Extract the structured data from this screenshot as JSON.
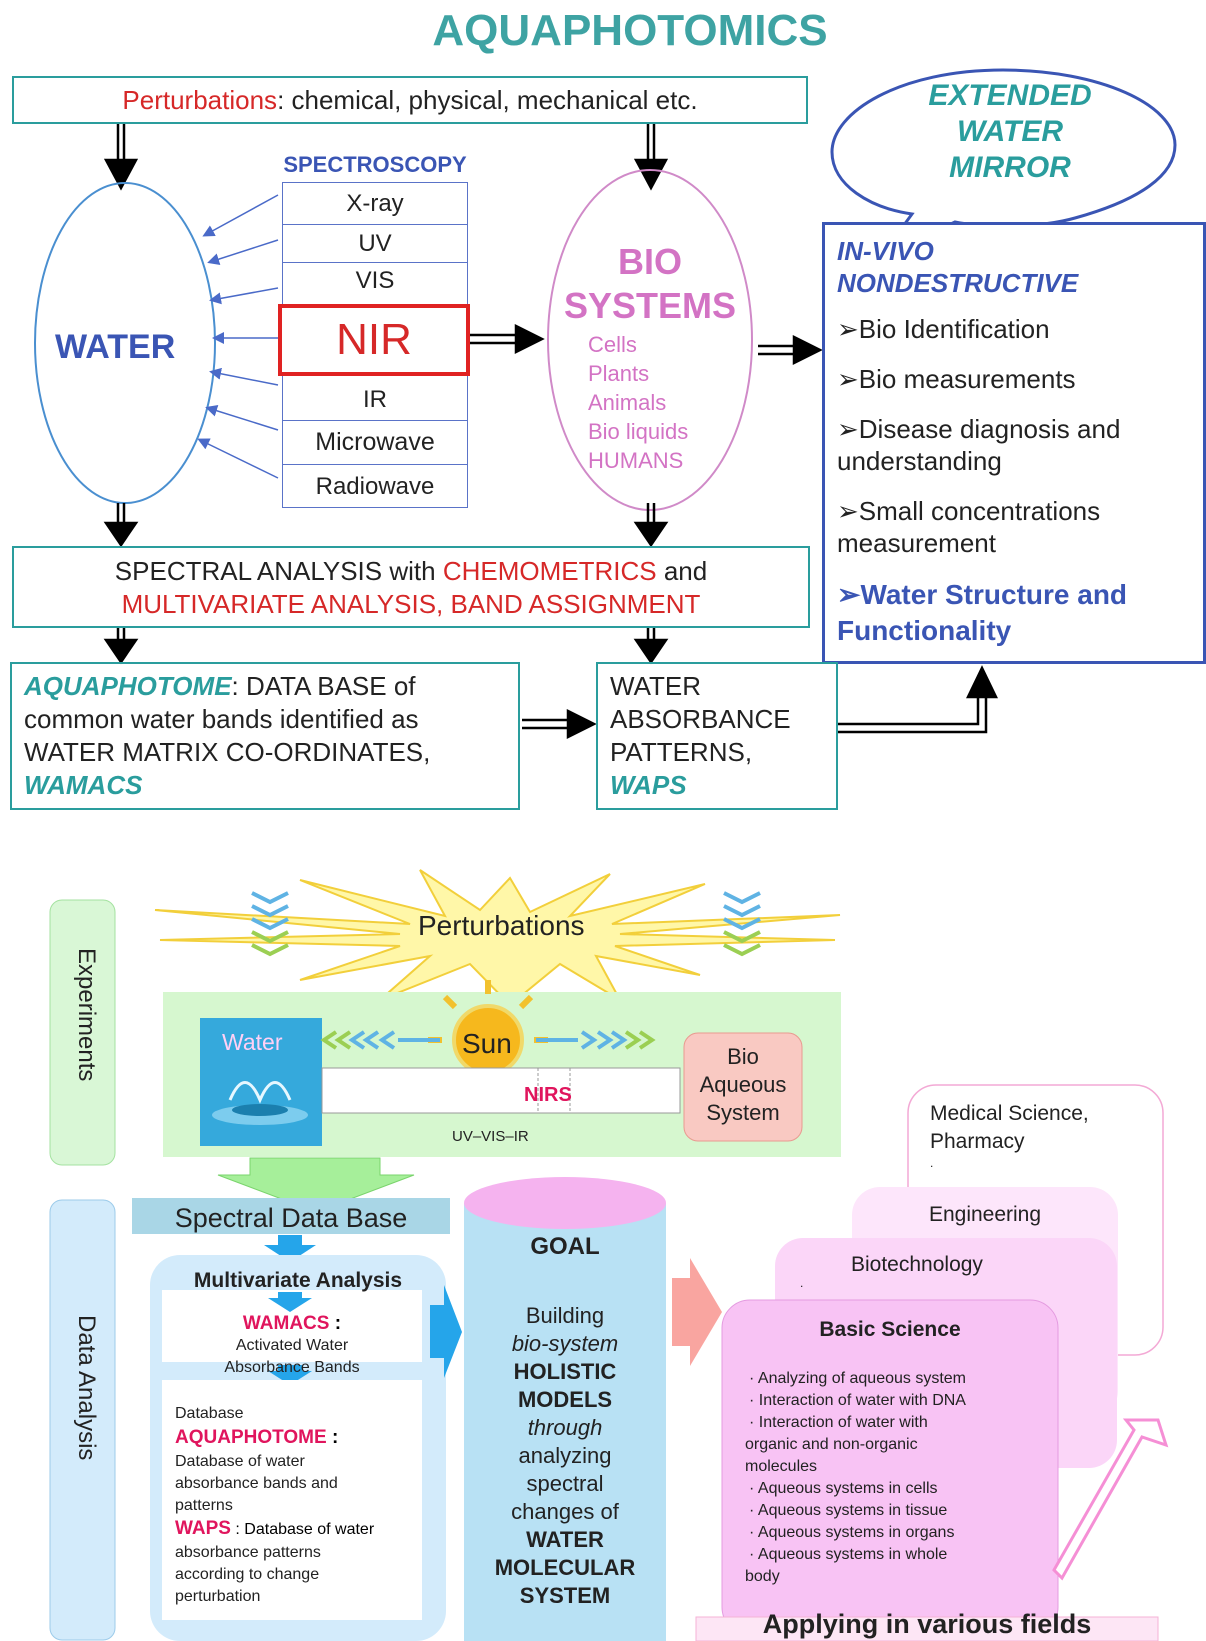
{
  "title": "AQUAPHOTOMICS",
  "perturb_top": {
    "label": "Perturbations",
    "rest": ": chemical, physical, mechanical etc."
  },
  "spectroscopy": {
    "title": "SPECTROSCOPY",
    "items": [
      "X-ray",
      "UV",
      "VIS",
      "NIR",
      "IR",
      "Microwave",
      "Radiowave"
    ]
  },
  "water": "WATER",
  "bio": {
    "title1": "BIO",
    "title2": "SYSTEMS",
    "items": [
      "Cells",
      "Plants",
      "Animals",
      "Bio liquids",
      "HUMANS"
    ]
  },
  "bubble": {
    "l1": "EXTENDED",
    "l2": "WATER",
    "l3": "MIRROR"
  },
  "invivo": {
    "h1": "IN-VIVO",
    "h2": "NONDESTRUCTIVE",
    "items": [
      "➢Bio Identification",
      "➢Bio measurements",
      "➢Disease diagnosis and",
      "understanding",
      "➢Small concentrations",
      "measurement"
    ],
    "last1": "➢Water Structure and",
    "last2": "Functionality"
  },
  "spectral_analysis": {
    "a": "SPECTRAL ANALYSIS with ",
    "b": "CHEMOMETRICS",
    "c": " and",
    "d": "MULTIVARIATE ANALYSIS, BAND ASSIGNMENT"
  },
  "aquaphotome_box": {
    "a": "AQUAPHOTOME",
    "b": ": DATA BASE of",
    "c": "common water bands identified as",
    "d": "WATER MATRIX CO-ORDINATES,",
    "e": "WAMACS"
  },
  "waps_box": {
    "a": "WATER",
    "b": "ABSORBANCE",
    "c": "PATTERNS,",
    "d": "WAPS"
  },
  "lower": {
    "experiments": "Experiments",
    "data_analysis": "Data Analysis",
    "perturbations": "Perturbations",
    "water_label": "Water",
    "sun": "Sun",
    "bio_aqueous": [
      "Bio",
      "Aqueous",
      "System"
    ],
    "nirs": "NIRS",
    "uvvisir": "UV–VIS–IR",
    "spectral_db": "Spectral Data Base",
    "mva": "Multivariate Analysis",
    "wamacs": {
      "name": "WAMACS",
      "colon": " :",
      "d1": "Activated Water",
      "d2": "Absorbance Bands"
    },
    "database_label": "Database",
    "aquaphotome": {
      "name": "AQUAPHOTOME",
      "colon": " :",
      "d1": "Database of water",
      "d2": "absorbance bands and",
      "d3": "patterns"
    },
    "waps": {
      "name": "WAPS",
      "d1": " :  Database of water",
      "d2": "absorbance patterns",
      "d3": "according to change",
      "d4": "perturbation"
    },
    "goal": "GOAL",
    "goal_text": [
      "Building",
      "bio-system",
      "HOLISTIC",
      "MODELS",
      "through",
      "analyzing",
      "spectral",
      "changes of",
      "WATER",
      "MOLECULAR",
      "SYSTEM"
    ],
    "medical": [
      "Medical Science,",
      "Pharmacy",
      "."
    ],
    "engineering": "Engineering",
    "biotech": "Biotechnology",
    "biotech_dot": ".",
    "basic_science": "Basic Science",
    "basic_items": [
      "·   Analyzing of aqueous system",
      "·    Interaction of water with DNA",
      "·    Interaction of water with",
      "organic and non-organic",
      "molecules",
      "·    Aqueous systems in cells",
      "·    Aqueous systems in tissue",
      "·    Aqueous systems in organs",
      "·    Aqueous systems in whole",
      "body"
    ],
    "applying": "Applying in various fields"
  },
  "colors": {
    "teal": "#2a9d9d",
    "red": "#d62828",
    "blue": "#3a55b4",
    "pink": "#d373c4",
    "magenta": "#e0155d",
    "green_panel": "#d6f7cf",
    "blue_panel": "#d3ebfb",
    "basic_pink": "#f8c3f4"
  }
}
